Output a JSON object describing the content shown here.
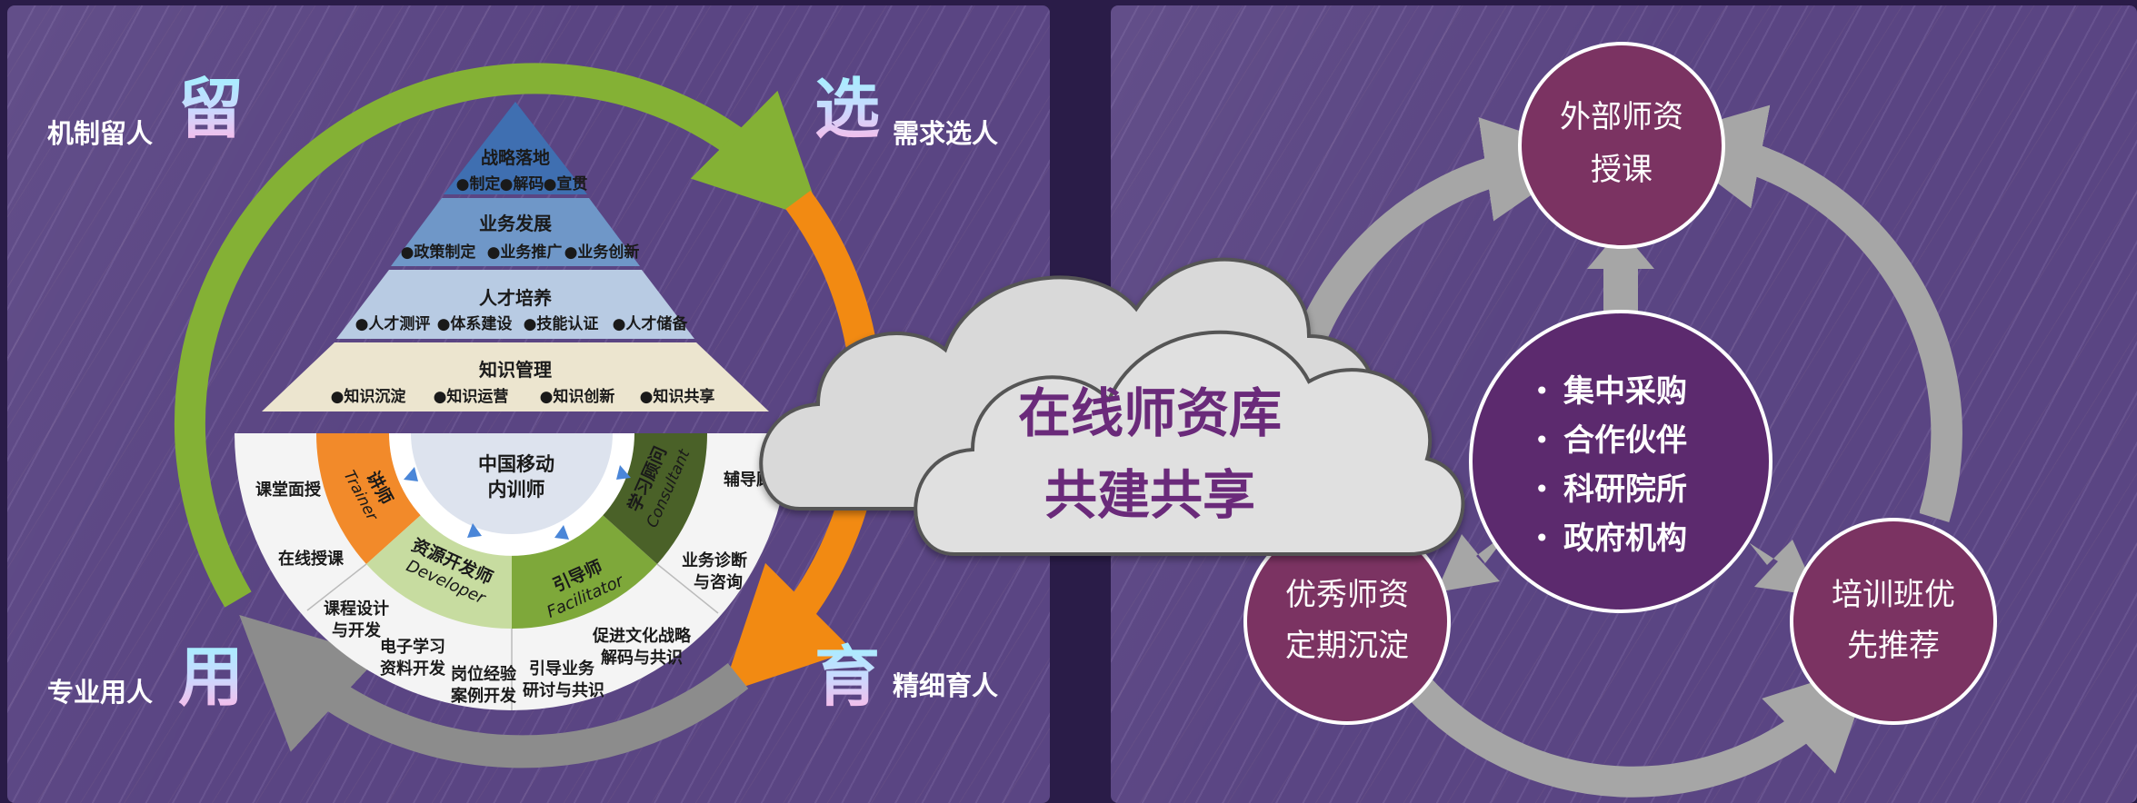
{
  "corner_labels": {
    "top_left": {
      "char": "留",
      "text": "机制留人"
    },
    "top_right": {
      "char": "选",
      "text": "需求选人"
    },
    "bottom_left": {
      "char": "用",
      "text": "专业用人"
    },
    "bottom_right": {
      "char": "育",
      "text": "精细育人"
    }
  },
  "pyramid": [
    {
      "title": "战略落地",
      "items": [
        "●制定",
        "●解码",
        "●宣贯"
      ]
    },
    {
      "title": "业务发展",
      "items": [
        "●政策制定",
        "●业务推广",
        "●业务创新"
      ]
    },
    {
      "title": "人才培养",
      "items": [
        "●人才测评",
        "●体系建设",
        "●技能认证",
        "●人才储备"
      ]
    },
    {
      "title": "知识管理",
      "items": [
        "●知识沉淀",
        "●知识运营",
        "●知识创新",
        "●知识共享"
      ]
    }
  ],
  "half_wheel": {
    "center": [
      "中国移动",
      "内训师"
    ],
    "roles": [
      {
        "zh": "讲师",
        "en": "Trainer"
      },
      {
        "zh": "资源开发师",
        "en": "Developer"
      },
      {
        "zh": "引导师",
        "en": "Facilitator"
      },
      {
        "zh": "学习顾问",
        "en": "Consultant"
      }
    ],
    "outer_labels": [
      "课堂面授",
      "在线授课",
      "课程设计",
      "与开发",
      "电子学习",
      "资料开发",
      "岗位经验",
      "案例开发",
      "引导业务",
      "研讨与共识",
      "促进文化战略",
      "解码与共识",
      "业务诊断",
      "与咨询",
      "辅导顾问"
    ]
  },
  "cloud": {
    "line1": "在线师资库",
    "line2": "共建共享"
  },
  "cycle": {
    "top": [
      "外部师资",
      "授课"
    ],
    "left": [
      "优秀师资",
      "定期沉淀"
    ],
    "right": [
      "培训班优",
      "先推荐"
    ],
    "center_items": [
      "集中采购",
      "合作伙伴",
      "科研院所",
      "政府机构"
    ]
  },
  "colors": {
    "panel": "#5a4583",
    "arrow_green": "#84b135",
    "arrow_orange": "#f28a12",
    "arrow_gray": "#8c8c8c",
    "circle_maroon": "#7b3362",
    "circle_purple": "#5c2a6e",
    "cloud_text": "#6b2a7a"
  }
}
